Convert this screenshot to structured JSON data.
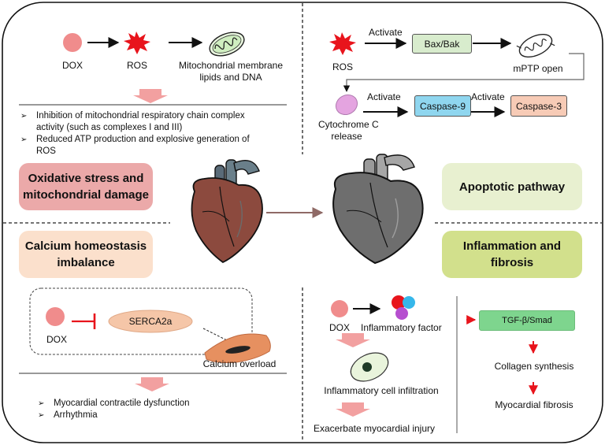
{
  "oxidative": {
    "dox": "DOX",
    "ros": "ROS",
    "target_line1": "Mitochondrial membrane",
    "target_line2": "lipids and DNA",
    "effects": [
      "Inhibition of mitochondrial respiratory chain complex",
      "activity (such as complexes I and III)",
      "Reduced ATP production and explosive generation of",
      "ROS"
    ],
    "title_line1": "Oxidative stress and",
    "title_line2": "mitochondrial damage"
  },
  "apoptotic": {
    "ros": "ROS",
    "activate1": "Activate",
    "bax": "Bax/Bak",
    "mptp": "mPTP open",
    "cyto_line1": "Cytochrome C",
    "cyto_line2": "release",
    "activate2": "Activate",
    "casp9": "Caspase-9",
    "activate3": "Activate",
    "casp3": "Caspase-3",
    "title": "Apoptotic pathway"
  },
  "center": {
    "title": "Ventricular dilatation and fibrosis"
  },
  "calcium": {
    "title_line1": "Calcium homeostasis",
    "title_line2": "imbalance",
    "dox": "DOX",
    "serca": "SERCA2a",
    "overload": "Calcium overload",
    "effects": [
      "Myocardial contractile dysfunction",
      "Arrhythmia"
    ]
  },
  "inflammation": {
    "title_line1": "Inflammation and",
    "title_line2": "fibrosis",
    "dox": "DOX",
    "factor": "Inflammatory factor",
    "infiltration": "Inflammatory cell infiltration",
    "injury": "Exacerbate myocardial injury",
    "tgf": "TGF-β/Smad",
    "collagen": "Collagen synthesis",
    "fibrosis": "Myocardial fibrosis"
  },
  "colors": {
    "oxidative_box": "#eba9a9",
    "apoptotic_box": "#e8f0d0",
    "calcium_box": "#fbe0cc",
    "inflammation_box": "#d2e08c",
    "center_box": "#e2d6cc",
    "bax_box": "#d8eccd",
    "casp9_box": "#8fd6ef",
    "casp3_box": "#f7cbb6",
    "tgf_box": "#7ed58e",
    "serca_oval": "#f5c6a8",
    "big_arrow": "#f2a0a0",
    "dox_circle": "#f08c8c",
    "ros_burst": "#e8141c",
    "red_arrow": "#e8141c",
    "heart_healthy": "#8c4a3e",
    "heart_failing": "#7a7a7a"
  },
  "icons": [
    "dox-circle",
    "ros-burst-icon",
    "mitochondrion-icon",
    "inhibition-icon",
    "myocyte-icon",
    "inflammatory-cell-icon",
    "cytokine-cluster-icon",
    "vesicle-icon",
    "healthy-heart-icon",
    "dilated-heart-icon"
  ]
}
